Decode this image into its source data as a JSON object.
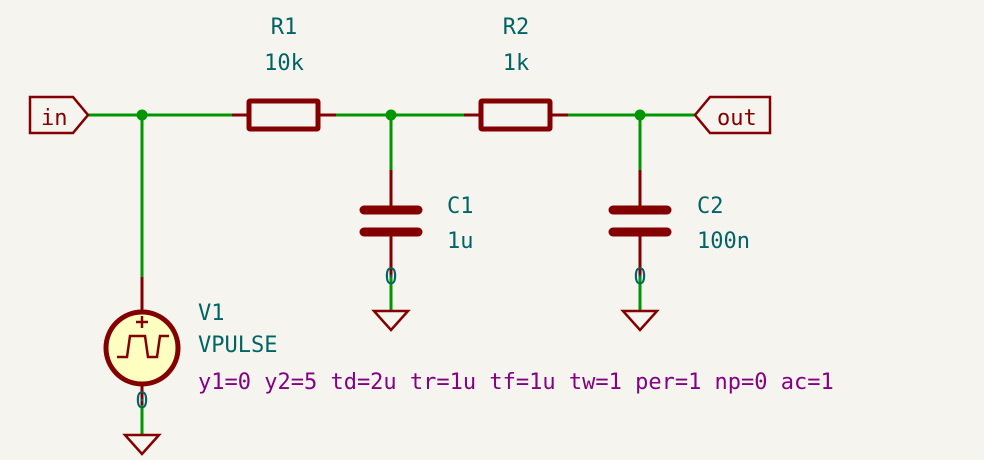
{
  "schematic": {
    "colors": {
      "background": "#f5f4ef",
      "wire": "#009600",
      "component": "#840000",
      "reference_text": "#006464",
      "spice_text": "#840084",
      "source_fill": "#ffffc2"
    },
    "labels": {
      "input": "in",
      "output": "out"
    },
    "components": {
      "R1": {
        "ref": "R1",
        "value": "10k",
        "type": "resistor"
      },
      "R2": {
        "ref": "R2",
        "value": "1k",
        "type": "resistor"
      },
      "C1": {
        "ref": "C1",
        "value": "1u",
        "type": "capacitor",
        "ground_net": "0"
      },
      "C2": {
        "ref": "C2",
        "value": "100n",
        "type": "capacitor",
        "ground_net": "0"
      },
      "V1": {
        "ref": "V1",
        "value": "VPULSE",
        "type": "pulse-voltage-source",
        "ground_net": "0",
        "params": "y1=0 y2=5 td=2u tr=1u tf=1u tw=1 per=1 np=0 ac=1"
      }
    }
  }
}
